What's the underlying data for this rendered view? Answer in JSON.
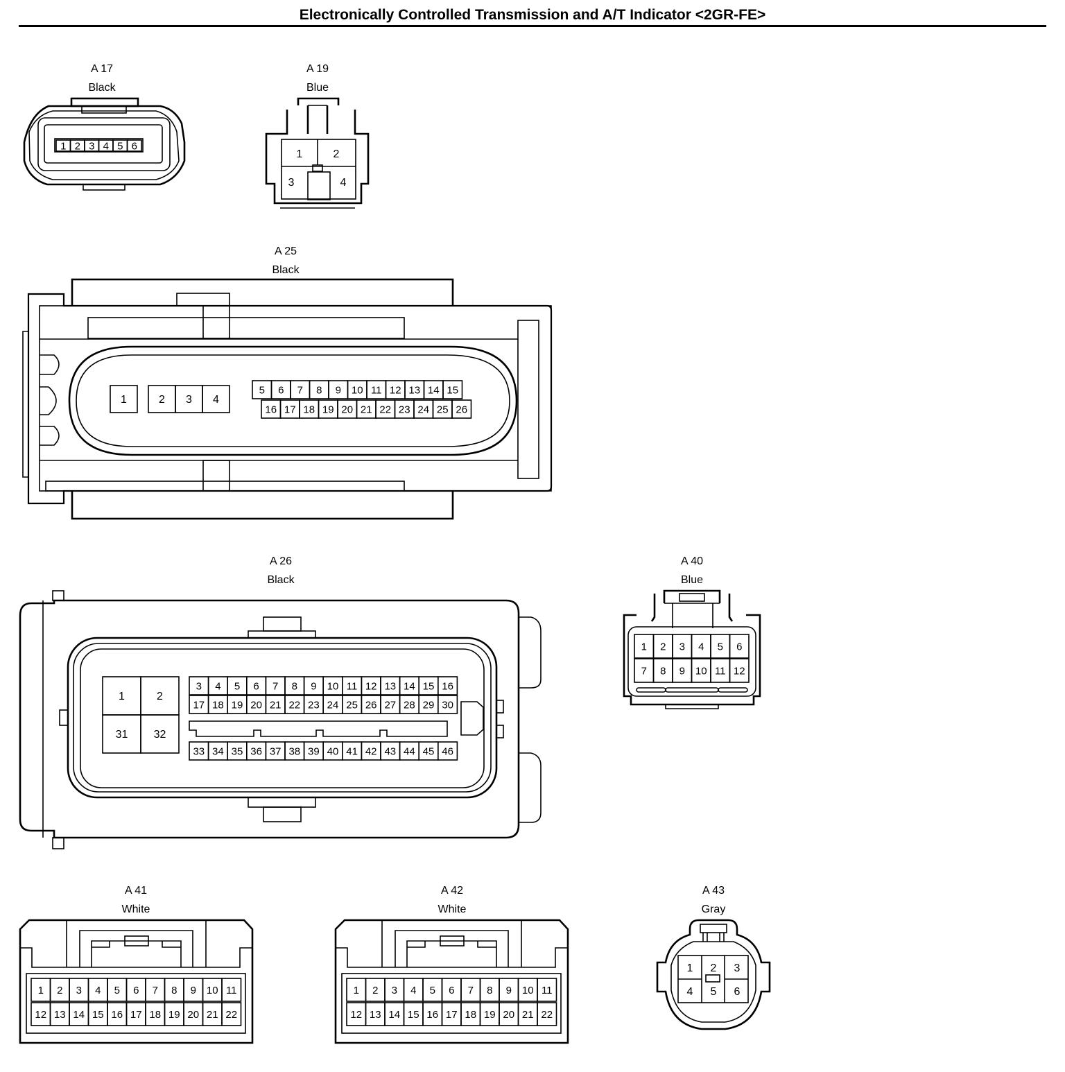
{
  "title": "Electronically Controlled Transmission and A/T Indicator <2GR-FE>",
  "connectors": {
    "A17": {
      "id": "A 17",
      "color": "Black",
      "pins": [
        "1",
        "2",
        "3",
        "4",
        "5",
        "6"
      ]
    },
    "A19": {
      "id": "A 19",
      "color": "Blue",
      "pins": [
        "1",
        "2",
        "3",
        "4"
      ]
    },
    "A25": {
      "id": "A 25",
      "color": "Black",
      "pins": [
        "1",
        "2",
        "3",
        "4",
        "5",
        "6",
        "7",
        "8",
        "9",
        "10",
        "11",
        "12",
        "13",
        "14",
        "15",
        "16",
        "17",
        "18",
        "19",
        "20",
        "21",
        "22",
        "23",
        "24",
        "25",
        "26"
      ]
    },
    "A26": {
      "id": "A 26",
      "color": "Black",
      "pins": [
        "1",
        "2",
        "3",
        "4",
        "5",
        "6",
        "7",
        "8",
        "9",
        "10",
        "11",
        "12",
        "13",
        "14",
        "15",
        "16",
        "17",
        "18",
        "19",
        "20",
        "21",
        "22",
        "23",
        "24",
        "25",
        "26",
        "27",
        "28",
        "29",
        "30",
        "31",
        "32",
        "33",
        "34",
        "35",
        "36",
        "37",
        "38",
        "39",
        "40",
        "41",
        "42",
        "43",
        "44",
        "45",
        "46"
      ]
    },
    "A40": {
      "id": "A 40",
      "color": "Blue",
      "pins": [
        "1",
        "2",
        "3",
        "4",
        "5",
        "6",
        "7",
        "8",
        "9",
        "10",
        "11",
        "12"
      ]
    },
    "A41": {
      "id": "A 41",
      "color": "White",
      "pins": [
        "1",
        "2",
        "3",
        "4",
        "5",
        "6",
        "7",
        "8",
        "9",
        "10",
        "11",
        "12",
        "13",
        "14",
        "15",
        "16",
        "17",
        "18",
        "19",
        "20",
        "21",
        "22"
      ]
    },
    "A42": {
      "id": "A 42",
      "color": "White",
      "pins": [
        "1",
        "2",
        "3",
        "4",
        "5",
        "6",
        "7",
        "8",
        "9",
        "10",
        "11",
        "12",
        "13",
        "14",
        "15",
        "16",
        "17",
        "18",
        "19",
        "20",
        "21",
        "22"
      ]
    },
    "A43": {
      "id": "A 43",
      "color": "Gray",
      "pins": [
        "1",
        "2",
        "3",
        "4",
        "5",
        "6"
      ]
    }
  }
}
